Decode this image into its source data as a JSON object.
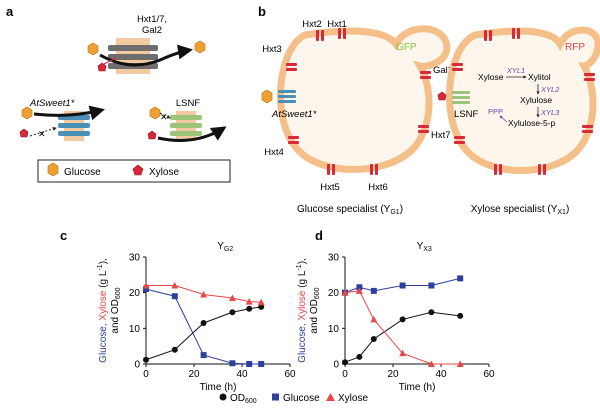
{
  "panel_a": {
    "label": "a",
    "transporter_top": [
      "Hxt1/7,",
      "Gal2"
    ],
    "transporter_left": "AtSweet1*",
    "transporter_right": "LSNF",
    "legend": {
      "glucose": "Glucose",
      "xylose": "Xylose"
    },
    "colors": {
      "glucose": "#F0A030",
      "xylose": "#D8283A",
      "hxt": "#6E6E6E",
      "sweet": "#4A8FB8",
      "lsnf": "#9CC47A",
      "membrane": "#F3C9A0"
    }
  },
  "panel_b": {
    "label": "b",
    "left_cell": {
      "fluor": "GFP",
      "transporters": [
        "Hxt1",
        "Hxt2",
        "Hxt3",
        "Gal2",
        "Hxt7",
        "Hxt6",
        "Hxt5",
        "Hxt4"
      ],
      "extra": "AtSweet1*",
      "caption_main": "Glucose specialist (Y",
      "caption_sub": "G1",
      "caption_end": ")"
    },
    "right_cell": {
      "fluor": "RFP",
      "transporter": "LSNF",
      "pathway": {
        "xylose": "Xylose",
        "xyl1": "XYL1",
        "xylitol": "Xylitol",
        "xyl2": "XYL2",
        "xylulose": "Xylulose",
        "xyl3": "XYL3",
        "ppp": "PPP",
        "x5p": "Xylulose-5-p"
      },
      "caption_main": "Xylose specialist (Y",
      "caption_sub": "X1",
      "caption_end": ")"
    },
    "colors": {
      "cell": "#FDF6EC",
      "cell_border": "#F5BF8A",
      "gfp": "#8DC63F",
      "rfp": "#E04848",
      "enzyme": "#5B4DA8",
      "hxt": "#D8283A"
    }
  },
  "panel_c": {
    "label": "c"
  },
  "panel_d": {
    "label": "d"
  },
  "axes": {
    "ylabel_glucose": "Glucose",
    "ylabel_xylose": "Xylose",
    "ylabel_units": " (g L",
    "ylabel_exp": "-1",
    "ylabel_close": "),",
    "ylabel_od": "and OD",
    "ylabel_od_sub": "600",
    "xlabel": "Time (h)"
  },
  "legend": {
    "od": "OD",
    "od_sub": "600",
    "glucose": "Glucose",
    "xylose": "Xylose"
  },
  "chart_data": [
    {
      "type": "line",
      "title_main": "Y",
      "title_sub": "G2",
      "x_ticks": [
        0,
        20,
        40,
        60
      ],
      "y_ticks": [
        0,
        10,
        20,
        30
      ],
      "xlim": [
        0,
        60
      ],
      "ylim": [
        0,
        30
      ],
      "series": [
        {
          "name": "OD600",
          "marker": "circle",
          "color": "#111111",
          "x": [
            0,
            12,
            24,
            36,
            43,
            48
          ],
          "y": [
            1.2,
            4,
            11.5,
            14.5,
            15.5,
            16
          ]
        },
        {
          "name": "Glucose",
          "marker": "square",
          "color": "#2E3F9E",
          "x": [
            0,
            12,
            24,
            36,
            43,
            48
          ],
          "y": [
            21,
            19,
            2.5,
            0.2,
            0,
            0
          ]
        },
        {
          "name": "Xylose",
          "marker": "triangle",
          "color": "#E84848",
          "x": [
            0,
            12,
            24,
            36,
            43,
            48
          ],
          "y": [
            22,
            22,
            19.5,
            18.5,
            17.5,
            17.3
          ]
        }
      ]
    },
    {
      "type": "line",
      "title_main": "Y",
      "title_sub": "X3",
      "x_ticks": [
        0,
        20,
        40,
        60
      ],
      "y_ticks": [
        0,
        10,
        20,
        30
      ],
      "xlim": [
        0,
        60
      ],
      "ylim": [
        0,
        30
      ],
      "series": [
        {
          "name": "OD600",
          "marker": "circle",
          "color": "#111111",
          "x": [
            0,
            6,
            12,
            24,
            36,
            48
          ],
          "y": [
            0.5,
            2,
            7,
            12.5,
            14.5,
            13.5
          ]
        },
        {
          "name": "Glucose",
          "marker": "square",
          "color": "#2E3F9E",
          "x": [
            0,
            6,
            12,
            24,
            36,
            48
          ],
          "y": [
            20,
            21.5,
            20.5,
            22,
            22,
            24
          ]
        },
        {
          "name": "Xylose",
          "marker": "triangle",
          "color": "#E84848",
          "x": [
            0,
            6,
            12,
            24,
            36,
            48
          ],
          "y": [
            20,
            20.5,
            12.5,
            3,
            0,
            0
          ]
        }
      ]
    }
  ]
}
